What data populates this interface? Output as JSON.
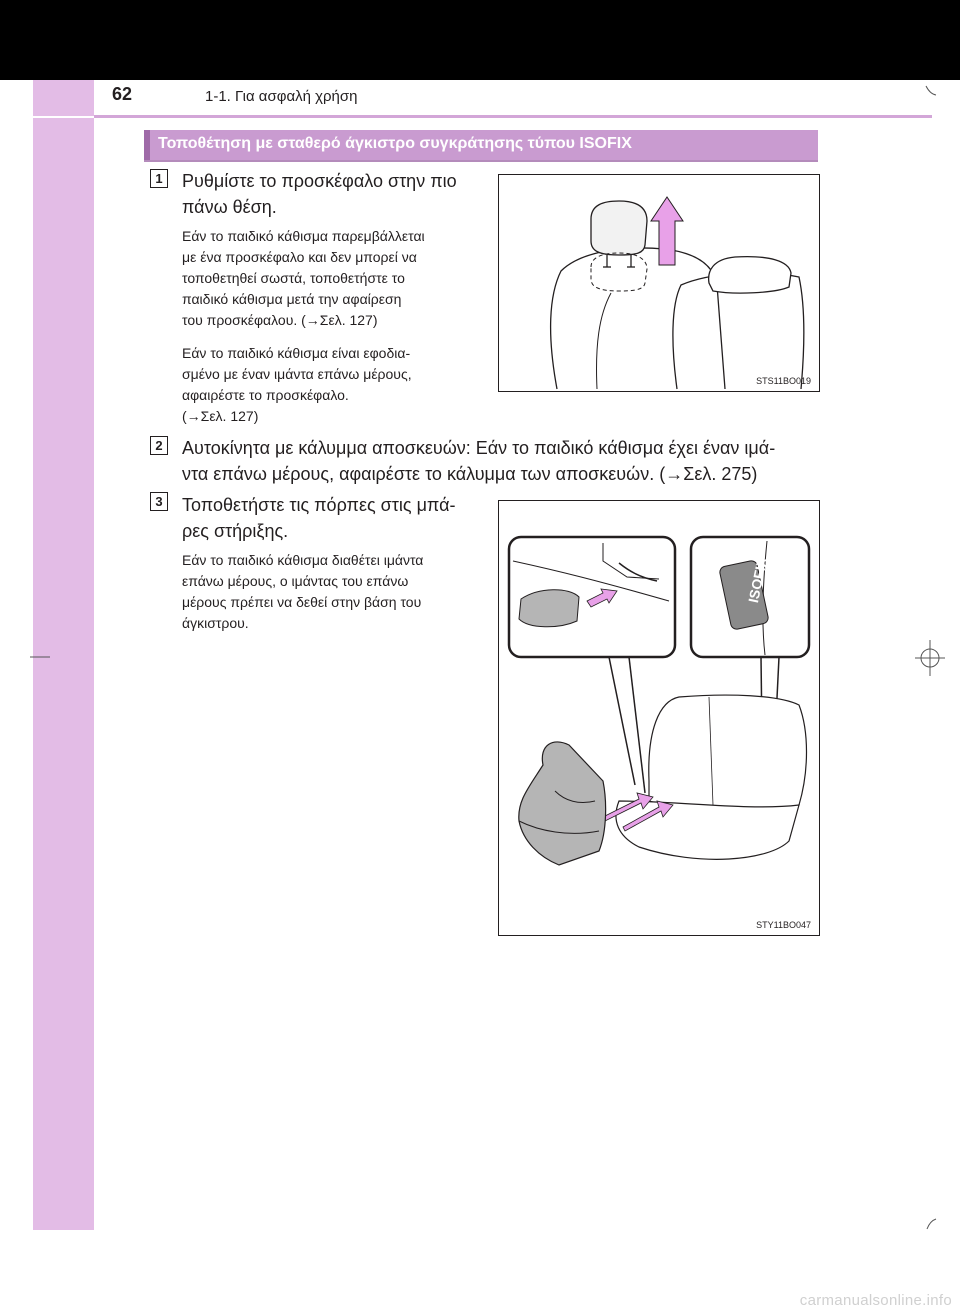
{
  "header": {
    "page_number": "62",
    "running_head": "1-1. Για ασφαλή χρήση"
  },
  "section": {
    "title": "Τοποθέτηση με σταθερό άγκιστρο συγκράτησης τύπου ISOFIX"
  },
  "steps": [
    {
      "number": "1",
      "main_line1": "Ρυθμίστε το προσκέφαλο στην πιο",
      "main_line2": "πάνω θέση.",
      "note1_lines": [
        "Εάν το παιδικό κάθισμα παρεμβάλλεται",
        "με ένα προσκέφαλο και δεν μπορεί να",
        "τοποθετηθεί σωστά, τοποθετήστε το",
        "παιδικό κάθισμα μετά την αφαίρεση",
        "του προσκέφαλου. (→Σελ. 127)"
      ],
      "note2_lines": [
        "Εάν το παιδικό κάθισμα είναι εφοδια-",
        "σμένο με έναν ιμάντα επάνω μέρους,",
        "αφαιρέστε το προσκέφαλο.",
        "(→Σελ. 127)"
      ],
      "figure_code": "STS11BO019"
    },
    {
      "number": "2",
      "main_line1": "Αυτοκίνητα με κάλυμμα αποσκευών: Εάν το παιδικό κάθισμα έχει έναν ιμά-",
      "main_line2": "ντα επάνω μέρους, αφαιρέστε το κάλυμμα των αποσκευών. (→Σελ. 275)"
    },
    {
      "number": "3",
      "main_line1": "Τοποθετήστε τις πόρπες στις μπά-",
      "main_line2": "ρες στήριξης.",
      "note1_lines": [
        "Εάν το παιδικό κάθισμα διαθέτει ιμάντα",
        "επάνω μέρους, ο ιμάντας του επάνω",
        "μέρους πρέπει να δεθεί στην βάση του",
        "άγκιστρου."
      ],
      "figure_code": "STY11BO047",
      "figure_label": "ISOFIX"
    }
  ],
  "watermark": "carmanualsonline.info",
  "colors": {
    "sidebar": "#e3bce6",
    "section_bar": "#c99bd0",
    "arrow_pink": "#e8a1e8",
    "seat_gray": "#b5b5b5"
  }
}
